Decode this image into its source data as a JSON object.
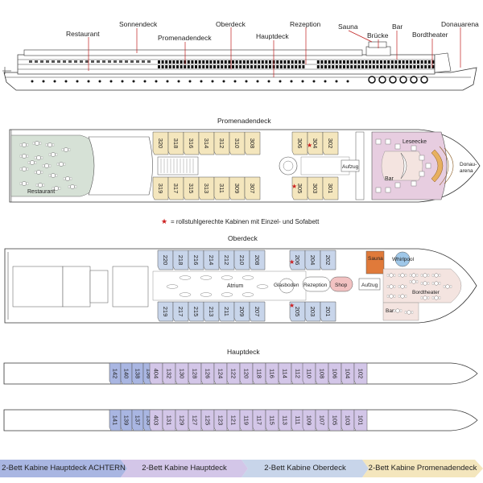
{
  "side_view": {
    "labels": [
      "Restaurant",
      "Sonnendeck",
      "Promenadendeck",
      "Oberdeck",
      "Hauptdeck",
      "Rezeption",
      "Sauna",
      "Brücke",
      "Bar",
      "Bordtheater",
      "Donauarena"
    ]
  },
  "decks": {
    "promenade": {
      "title": "Promenadendeck",
      "top_cabins": [
        "320",
        "318",
        "316",
        "314",
        "312",
        "310",
        "308",
        "306",
        "304",
        "302"
      ],
      "bottom_cabins": [
        "319",
        "317",
        "315",
        "313",
        "311",
        "309",
        "307",
        "305",
        "303",
        "301"
      ],
      "accessible_top": "304",
      "accessible_bottom": "305",
      "labels": {
        "restaurant": "Restaurant",
        "aufzug": "Aufzug",
        "bar": "Bar",
        "leseecke": "Leseecke",
        "arena": "Donau-\narena"
      }
    },
    "accessibility_note": "= rollstuhlgerechte  Kabinen mit Einzel- und Sofabett",
    "upper": {
      "title": "Oberdeck",
      "top_cabins": [
        "220",
        "218",
        "216",
        "214",
        "212",
        "210",
        "208",
        "206",
        "204",
        "202"
      ],
      "bottom_cabins": [
        "219",
        "217",
        "215",
        "213",
        "211",
        "209",
        "207",
        "205",
        "203",
        "201"
      ],
      "accessible_top": "206",
      "accessible_bottom": "205",
      "labels": {
        "atrium": "Atrium",
        "glasboden": "Glasboden",
        "rezeption": "Rezeption",
        "shop": "Shop",
        "aufzug": "Aufzug",
        "sauna": "Sauna",
        "whirlpool": "Whirlpool",
        "bordtheater": "Bordtheater",
        "bar": "Bar"
      }
    },
    "main": {
      "title": "Hauptdeck",
      "aft_top": [
        "142",
        "140",
        "138",
        "136"
      ],
      "aft_bottom": [
        "141",
        "139",
        "137",
        "135"
      ],
      "mid_top": [
        "404",
        "132",
        "130",
        "128",
        "126",
        "124",
        "122",
        "120",
        "118",
        "116",
        "114",
        "112"
      ],
      "mid_bottom": [
        "403",
        "131",
        "129",
        "127",
        "125",
        "123",
        "121",
        "119",
        "117",
        "115",
        "113",
        "111"
      ],
      "fwd_top": [
        "110",
        "108",
        "106",
        "104",
        "102"
      ],
      "fwd_bottom": [
        "109",
        "107",
        "105",
        "103",
        "101"
      ]
    }
  },
  "legend": [
    {
      "label": "2-Bett Kabine Hauptdeck ACHTERN",
      "color": "#a9b6e2"
    },
    {
      "label": "2-Bett Kabine Hauptdeck",
      "color": "#d3c6e8"
    },
    {
      "label": "2-Bett Kabine Oberdeck",
      "color": "#c8d5ea"
    },
    {
      "label": "2-Bett Kabine Promenadendeck",
      "color": "#f4e6bd"
    }
  ],
  "colors": {
    "promenade_cabin": "#f4e6bd",
    "upper_cabin": "#c8d5ea",
    "main_cabin": "#d3c6e8",
    "main_aft_cabin": "#a9b6e2",
    "restaurant_floor": "#d6e1d6",
    "lounge": "#e7cde0",
    "lounge_floor": "#f4e4e0",
    "sauna": "#e07a3a",
    "shop": "#f2c2c2",
    "accent_red": "#cc1f1f"
  }
}
